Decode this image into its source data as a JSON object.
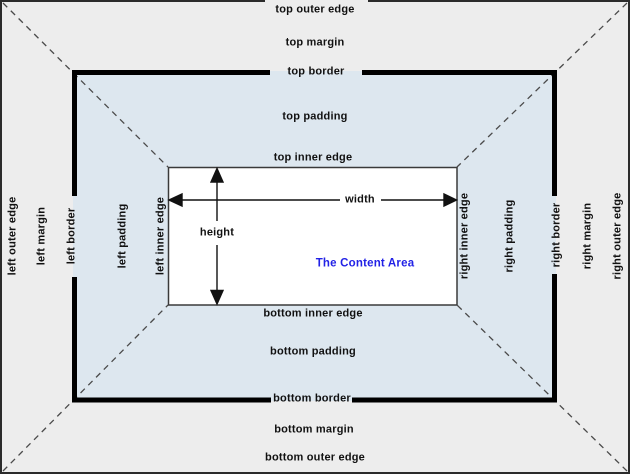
{
  "diagram": {
    "title": "CSS box model diagram",
    "colors": {
      "outer_bg": "#ededed",
      "padding_bg": "#dde7ef",
      "content_bg": "#ffffff",
      "border_color": "#000000",
      "edge_line_color": "#2b2b2b",
      "dash_color": "#4a4a4a",
      "arrow_color": "#111111",
      "label_color": "#111111",
      "content_label_color": "#2222e6"
    },
    "labels": {
      "top_outer_edge": "top outer edge",
      "top_margin": "top margin",
      "top_border": "top border",
      "top_padding": "top padding",
      "top_inner_edge": "top inner edge",
      "bottom_inner_edge": "bottom inner edge",
      "bottom_padding": "bottom padding",
      "bottom_border": "bottom border",
      "bottom_margin": "bottom margin",
      "bottom_outer_edge": "bottom outer edge",
      "left_outer_edge": "left outer edge",
      "left_margin": "left margin",
      "left_border": "left border",
      "left_padding": "left padding",
      "left_inner_edge": "left inner edge",
      "right_inner_edge": "right inner edge",
      "right_padding": "right padding",
      "right_border": "right border",
      "right_margin": "right margin",
      "right_outer_edge": "right outer edge",
      "width_arrow": "width",
      "height_arrow": "height",
      "content_area": "The Content Area"
    }
  }
}
